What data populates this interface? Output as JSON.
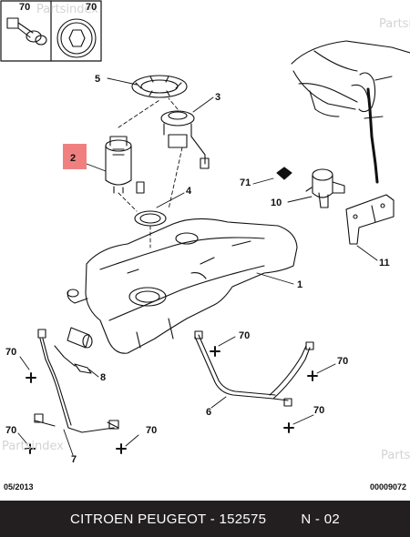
{
  "watermark": {
    "top_left": "Partsindex",
    "top_right": "Partsi",
    "bottom_left": "Partsindex",
    "bottom_right": "Parts"
  },
  "callouts": {
    "inset_left": "70",
    "inset_right": "70",
    "c1": "1",
    "c2": "2",
    "c3": "3",
    "c4": "4",
    "c5": "5",
    "c6": "6",
    "c7": "7",
    "c8": "8",
    "c10": "10",
    "c11": "11",
    "c71": "71",
    "c70_a": "70",
    "c70_b": "70",
    "c70_c": "70",
    "c70_d": "70",
    "c70_e": "70"
  },
  "highlight_color": "#f08080",
  "meta": {
    "date": "05/2013",
    "drawing_no": "00009072"
  },
  "footer": {
    "brand_part": "CITROEN PEUGEOT - 152575",
    "group": "N - 02"
  }
}
